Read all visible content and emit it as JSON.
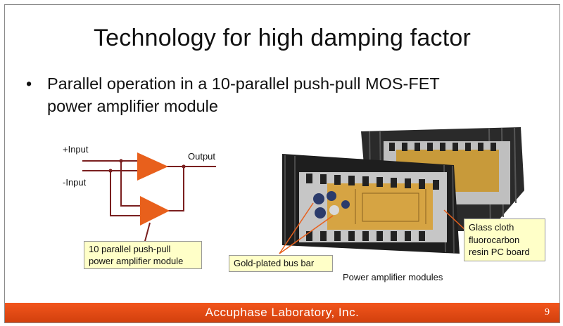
{
  "slide": {
    "title": "Technology for high damping factor",
    "bullet_marker": "•",
    "bullet_line1": "Parallel operation in a 10-parallel push-pull MOS-FET",
    "bullet_line2": "power amplifier module"
  },
  "schematic": {
    "input_plus": "+Input",
    "input_minus": "-Input",
    "output": "Output",
    "wire_color": "#7a1f1f",
    "amp_color": "#e8601c"
  },
  "callouts": {
    "module_line1": "10 parallel push-pull",
    "module_line2": "power amplifier module",
    "bus_bar": "Gold-plated bus bar",
    "pcb_line1": "Glass cloth",
    "pcb_line2": "fluorocarbon",
    "pcb_line3": "resin PC board"
  },
  "photo": {
    "caption": "Power amplifier modules"
  },
  "footer": {
    "organization": "Accuphase  Laboratory,  Inc.",
    "page_number": "9",
    "color": "#e8501a"
  }
}
